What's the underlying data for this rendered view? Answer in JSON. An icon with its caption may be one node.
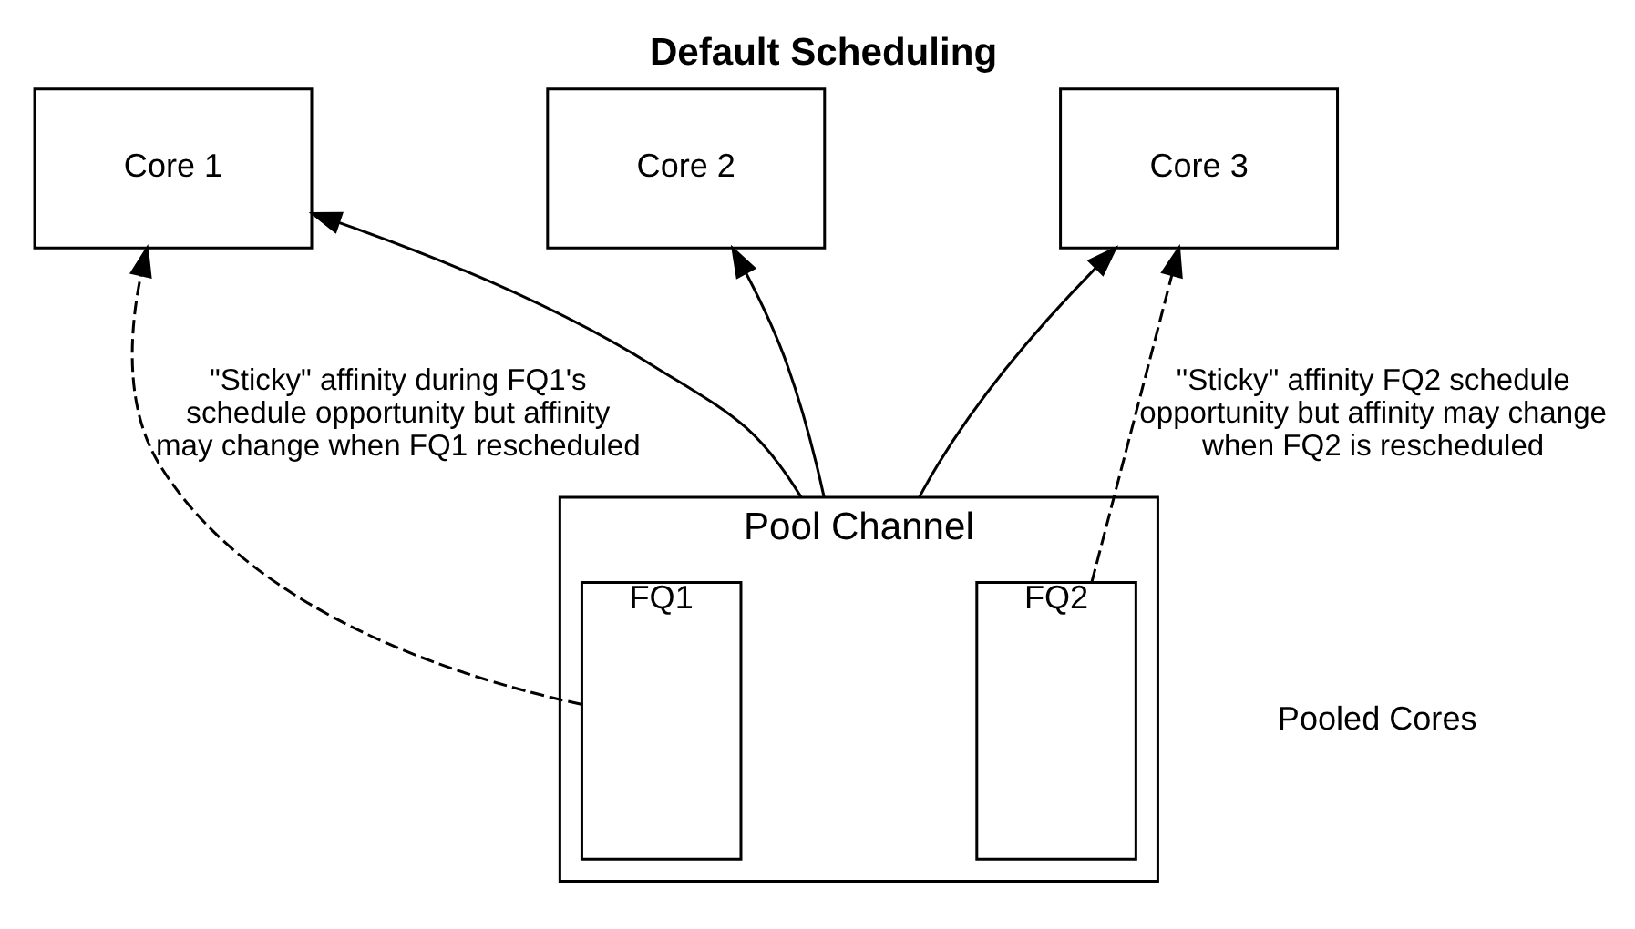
{
  "diagram": {
    "title": "Default Scheduling",
    "nodes": [
      {
        "text": [
          "Core 1"
        ]
      },
      {
        "text": [
          "Core 2"
        ]
      },
      {
        "text": [
          "Core 3"
        ]
      },
      {
        "text": [
          "Pool Channel"
        ]
      },
      {
        "text": [
          "FQ2"
        ],
        "in": 3
      },
      {
        "text": [
          "FQ1"
        ],
        "in": 3
      }
    ],
    "edges": [
      {
        "from": 5,
        "to": 0,
        "arrow": "to",
        "style": "dashed",
        "label": "\"Sticky\" affinity during FQ1's schedule opportunity but affinity may change when FQ1 rescheduled"
      },
      {
        "from": 3,
        "to": 0,
        "arrow": "to"
      },
      {
        "from": 3,
        "to": 1,
        "arrow": "to"
      },
      {
        "from": 3,
        "to": 2,
        "arrow": "to"
      },
      {
        "from": 4,
        "to": 2,
        "arrow": "to",
        "style": "dashed",
        "label": "''Sticky\" affinity FQ2 schedule opportunity but affinity may change when FQ2 is rescheduled"
      }
    ],
    "labels": [
      "Pooled Cores"
    ]
  }
}
